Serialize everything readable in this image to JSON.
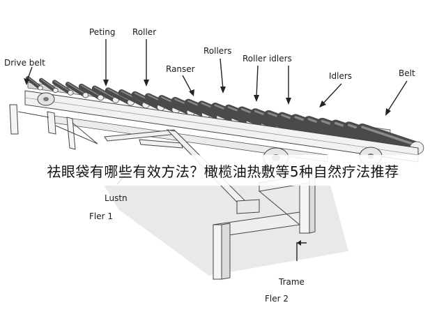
{
  "labels": {
    "drive_belt": "Drive belt",
    "peting": "Peting",
    "roller": "Roller",
    "rollers": "Rollers",
    "ranser": "Ranser",
    "roller_idlers": "Roller idlers",
    "idlers": "Idlers",
    "belt": "Belt",
    "lustn": "Lustn",
    "fler_1": "Fler 1",
    "trame": "Trame",
    "fler_2": "Fler 2"
  },
  "overlay_caption": "祛眼袋有哪些有效方法？橄榄油热敷等5种自然疗法推荐"
}
